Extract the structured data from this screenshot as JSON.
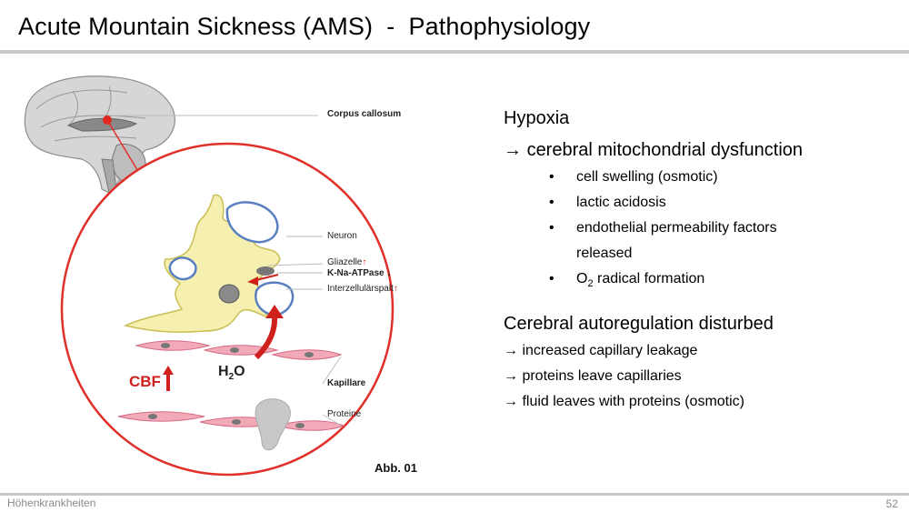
{
  "slide": {
    "title": "Acute Mountain Sickness (AMS)  -  Pathophysiology",
    "footer_left": "Höhenkrankheiten",
    "page_number": "52"
  },
  "figure": {
    "labels": {
      "corpus": "Corpus callosum",
      "neuron": "Neuron",
      "gliazelle": "Gliazelle",
      "kna": "K-Na-ATPase",
      "interzell": "Interzellulärspalt",
      "kapillare": "Kapillare",
      "proteine": "Proteine",
      "cbf": "CBF",
      "h2o_main": "H",
      "h2o_sub": "2",
      "h2o_end": "O",
      "abb": "Abb. 01",
      "up_arrow": "↑",
      "down_arrow": "↓"
    },
    "colors": {
      "circle": "#e0302a",
      "glia": "#f6f0b0",
      "neuron_outline": "#5a7fc0",
      "capillary": "#f2aab8"
    }
  },
  "content": {
    "heading1": "Hypoxia",
    "line1_arrow": "→",
    "line1": "cerebral mitochondrial dysfunction",
    "bullet_char": "•",
    "bullets": [
      "cell swelling (osmotic)",
      "lactic acidosis",
      "endothelial permeability factors",
      "released",
      "O",
      "2",
      " radical formation"
    ],
    "heading2": "Cerebral autoregulation disturbed",
    "arrow_small": "→",
    "items": [
      "increased capillary leakage",
      "proteins leave capillaries",
      "fluid leaves with proteins (osmotic)"
    ]
  }
}
